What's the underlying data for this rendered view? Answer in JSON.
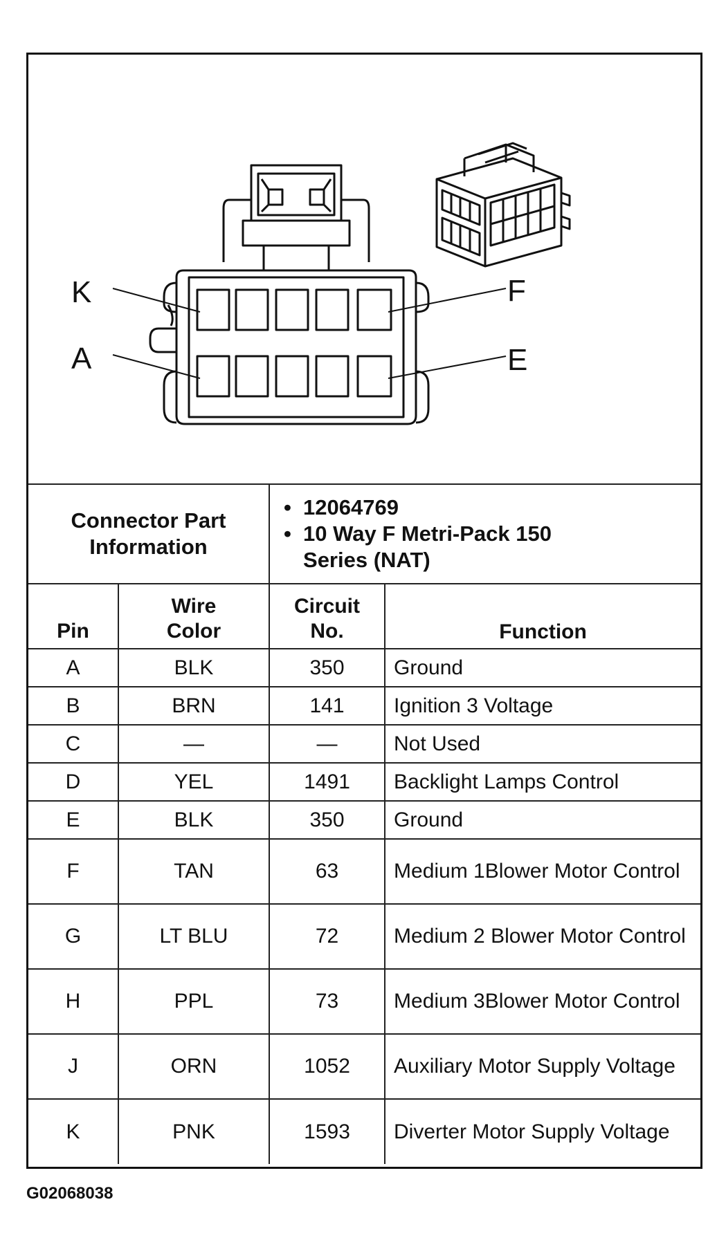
{
  "diagram": {
    "pin_labels": {
      "top_left": "K",
      "bottom_left": "A",
      "top_right": "F",
      "bottom_right": "E"
    }
  },
  "connector_info": {
    "label": "Connector Part Information",
    "items": [
      "12064769",
      "10 Way F Metri-Pack 150 Series (NAT)"
    ]
  },
  "table": {
    "headers": {
      "pin": "Pin",
      "wire_color": "Wire Color",
      "circuit": "Circuit No.",
      "function": "Function"
    },
    "rows": [
      {
        "pin": "A",
        "wire_color": "BLK",
        "circuit": "350",
        "function": "Ground"
      },
      {
        "pin": "B",
        "wire_color": "BRN",
        "circuit": "141",
        "function": "Ignition 3 Voltage"
      },
      {
        "pin": "C",
        "wire_color": "—",
        "circuit": "—",
        "function": "Not Used"
      },
      {
        "pin": "D",
        "wire_color": "YEL",
        "circuit": "1491",
        "function": "Backlight Lamps Control"
      },
      {
        "pin": "E",
        "wire_color": "BLK",
        "circuit": "350",
        "function": "Ground"
      },
      {
        "pin": "F",
        "wire_color": "TAN",
        "circuit": "63",
        "function": "Medium 1Blower Motor Control"
      },
      {
        "pin": "G",
        "wire_color": "LT BLU",
        "circuit": "72",
        "function": "Medium 2 Blower Motor Control"
      },
      {
        "pin": "H",
        "wire_color": "PPL",
        "circuit": "73",
        "function": "Medium 3Blower Motor Control"
      },
      {
        "pin": "J",
        "wire_color": "ORN",
        "circuit": "1052",
        "function": "Auxiliary Motor Supply Voltage"
      },
      {
        "pin": "K",
        "wire_color": "PNK",
        "circuit": "1593",
        "function": "Diverter Motor Supply Voltage"
      }
    ]
  },
  "caption": "G02068038"
}
